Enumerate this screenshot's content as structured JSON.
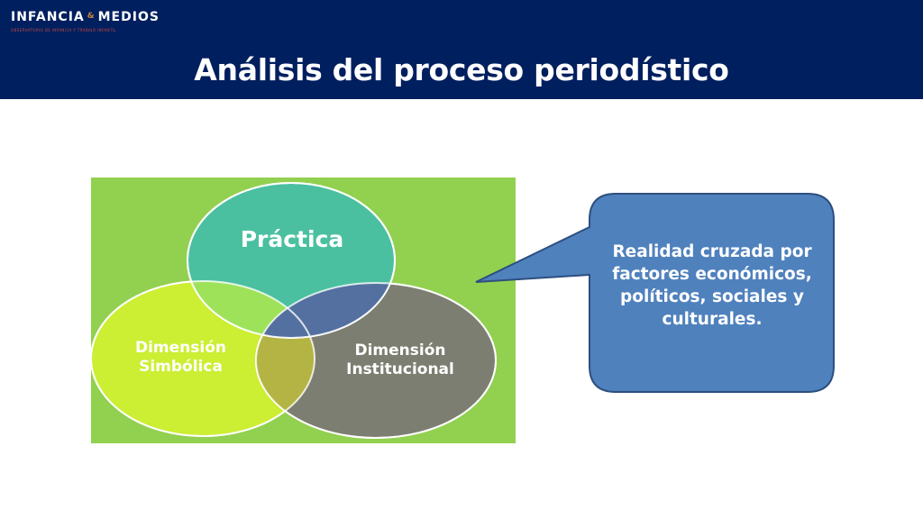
{
  "header": {
    "logo": {
      "name": "INFANCIA",
      "ampersand": "&",
      "name2": "MEDIOS",
      "subtitle": "OBSERVATORIO DE INFANCIA Y TRABAJO INFANTIL"
    },
    "title": "Análisis del proceso periodístico"
  },
  "diagram": {
    "circles": [
      {
        "label": "Práctica",
        "color": "#4bc0a0"
      },
      {
        "label": "Dimensión Simbólica",
        "color": "#ccee33"
      },
      {
        "label": "Dimensión Institucional",
        "color": "#7b7b72"
      }
    ],
    "background_color": "#92d050"
  },
  "callout": {
    "text": "Realidad cruzada por factores económicos, políticos, sociales y culturales.",
    "color": "#4f81bd"
  },
  "colors": {
    "header_bg": "#001f5f",
    "title_text": "#ffffff"
  }
}
